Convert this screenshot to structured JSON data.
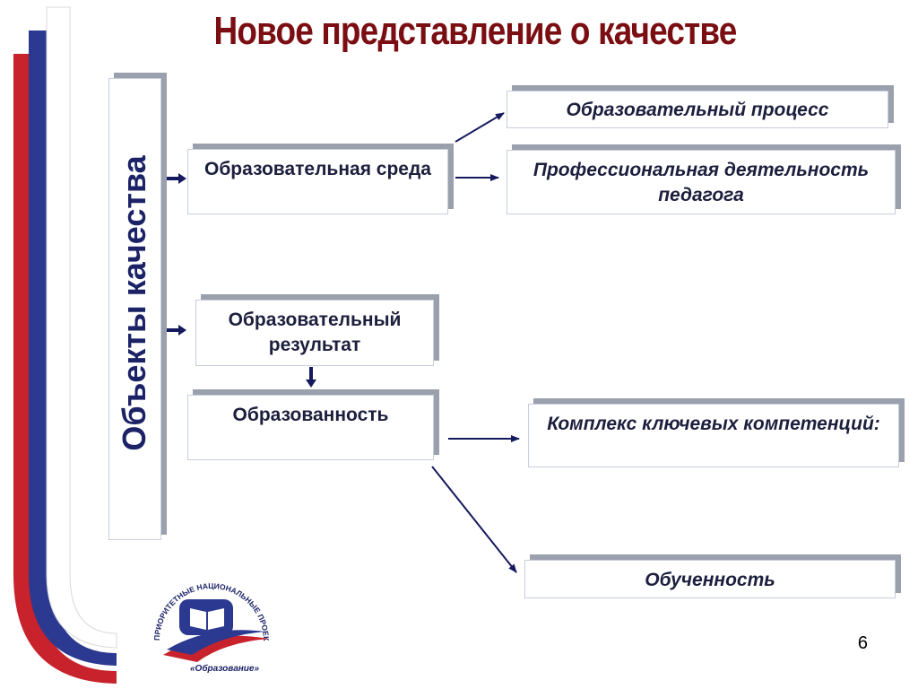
{
  "title": "Новое представление о качестве",
  "vertical_label": "Объекты качества",
  "boxes": {
    "educational_environment": "Образовательная среда",
    "educational_process": "Образовательный процесс",
    "professional_activity": "Профессиональная деятельность педагога",
    "educational_result": "Образовательный результат",
    "educatedness": "Образованность",
    "key_competencies": "Комплекс ключевых компетенций:",
    "learnedness": "Обученность"
  },
  "logo": {
    "arc_text": "ПРИОРИТЕТНЫЕ НАЦИОНАЛЬНЫЕ ПРОЕКТЫ",
    "name": "«Образование»",
    "icon": "book-icon"
  },
  "page_number": "6",
  "colors": {
    "title": "#7a0e12",
    "text": "#1c1f3d",
    "arrow": "#151a5e",
    "flag_red": "#c8232c",
    "flag_blue": "#2b3990"
  }
}
